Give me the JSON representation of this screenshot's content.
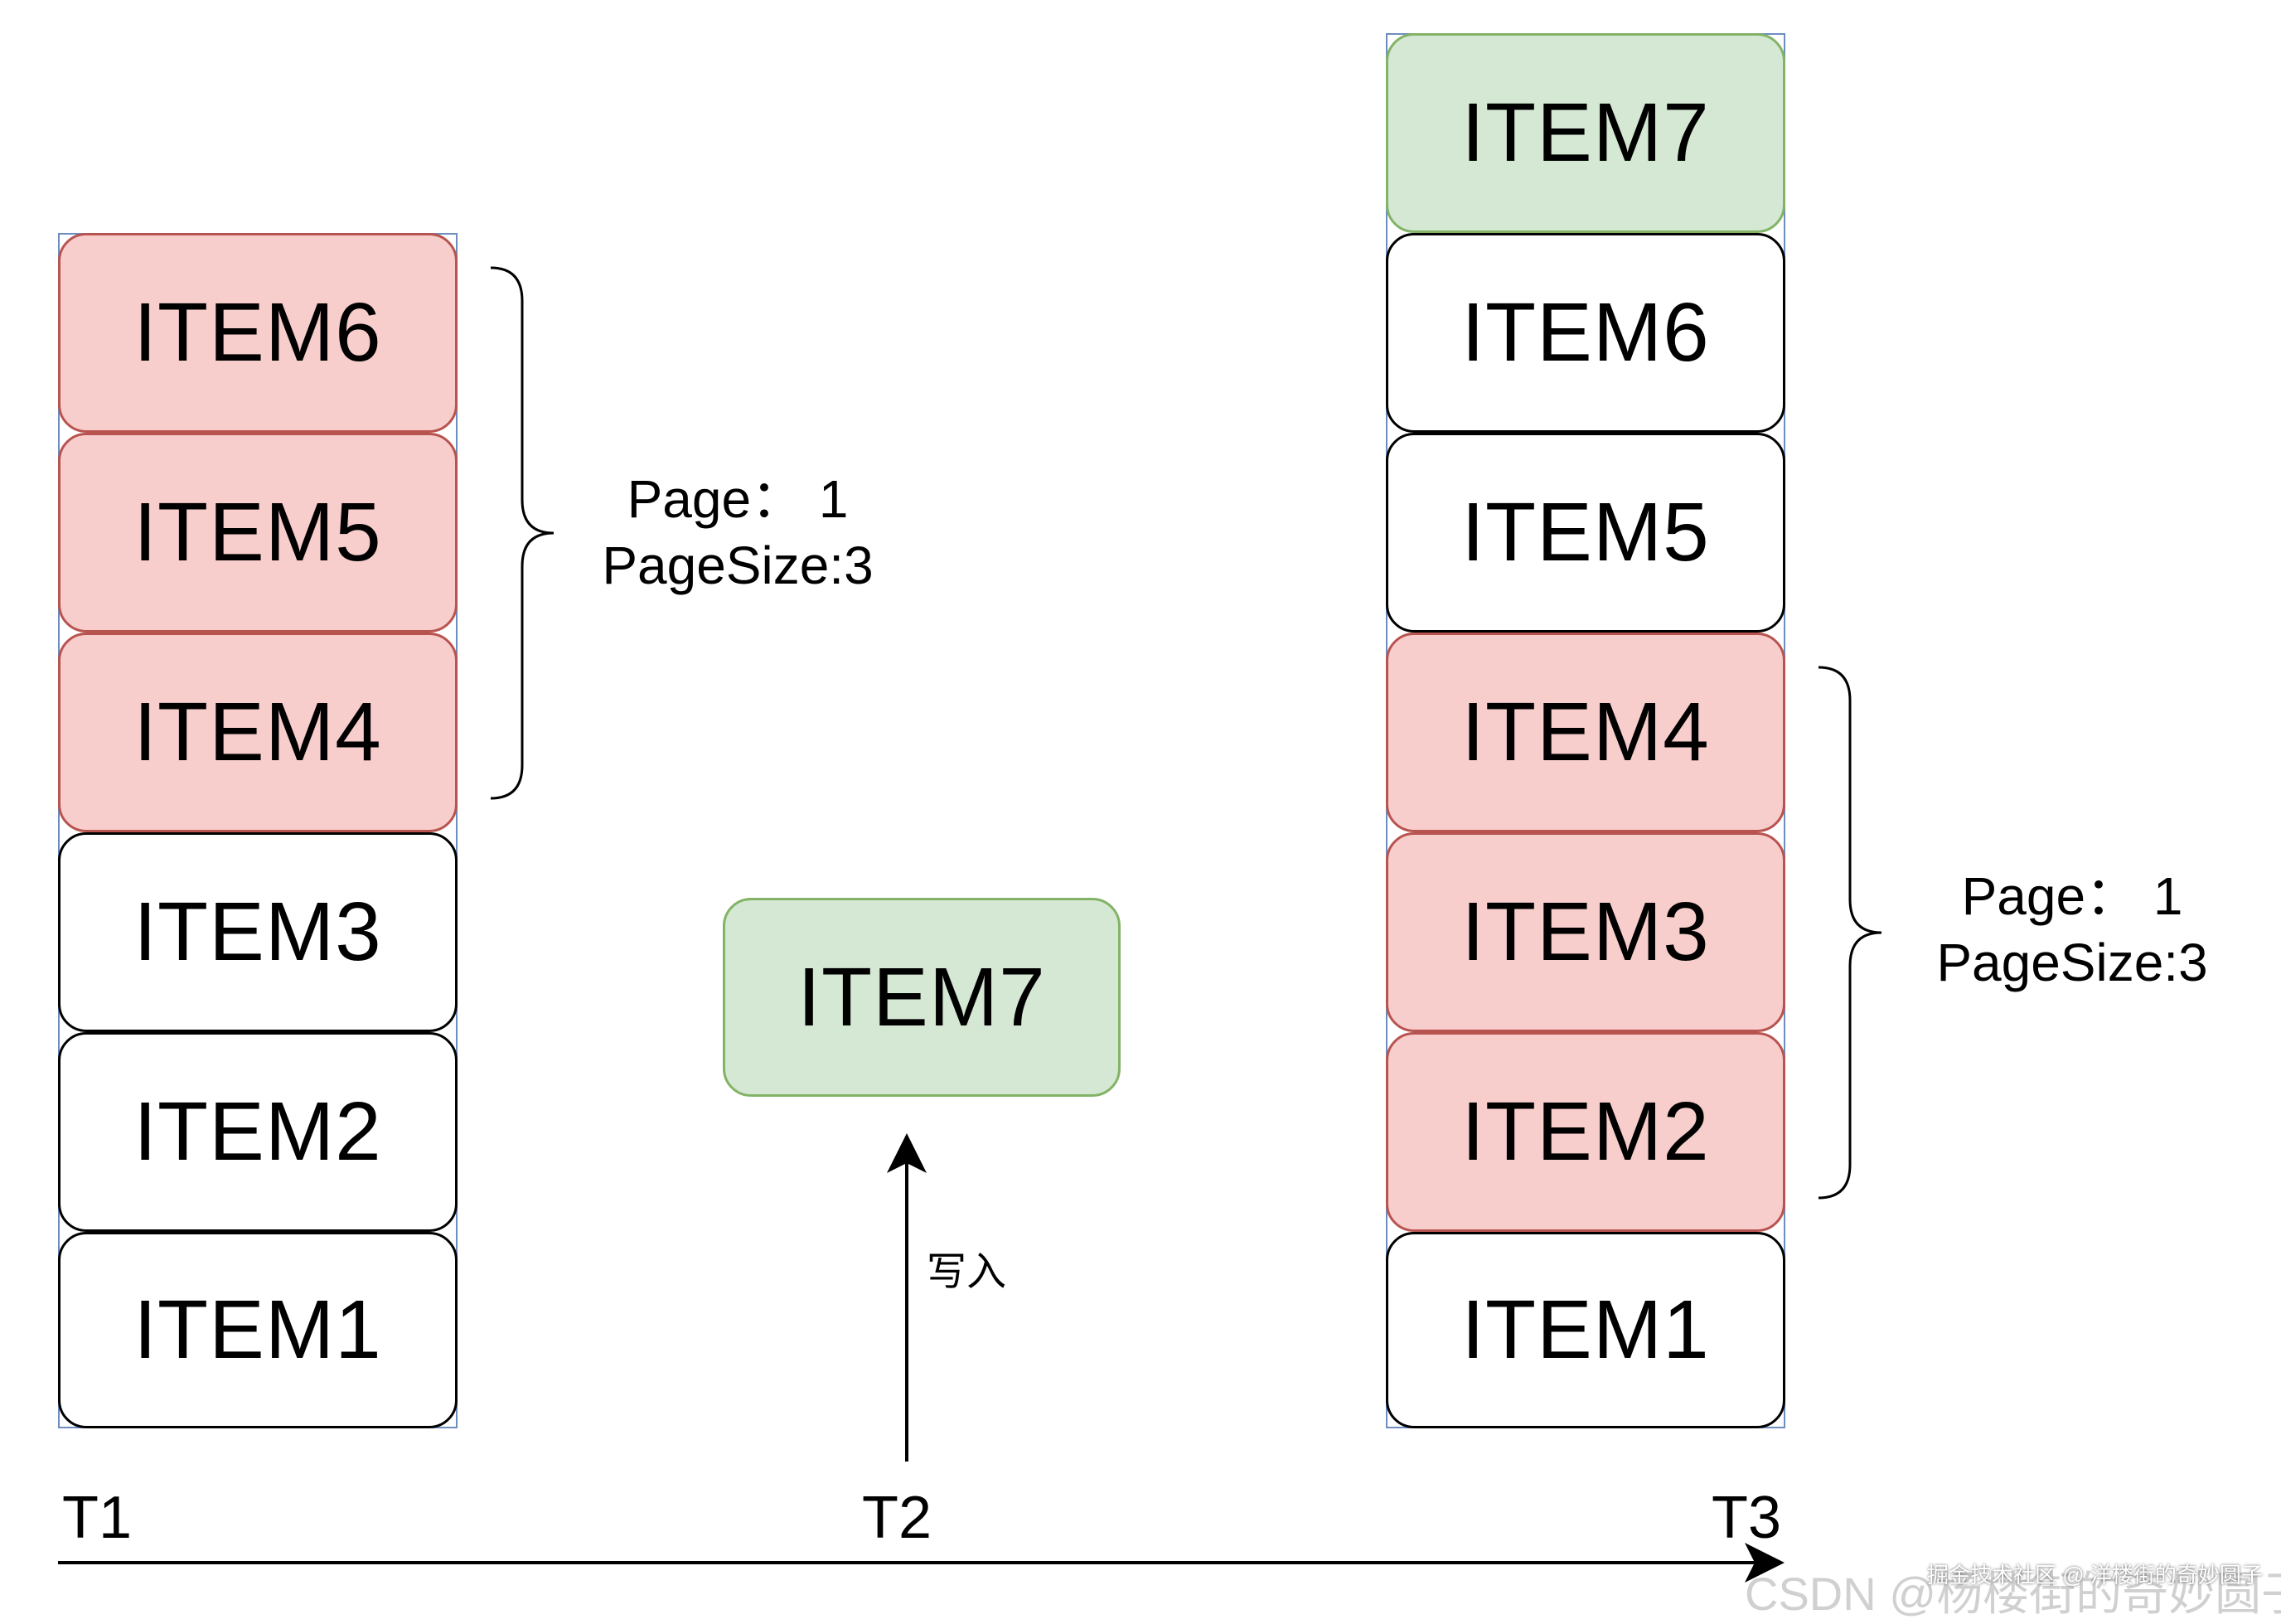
{
  "colors": {
    "highlight_red": "#f8cecc",
    "highlight_red_border": "#b85450",
    "new_green": "#d5e8d4",
    "new_green_border": "#82b366",
    "frame_blue": "#6c8ebf"
  },
  "t1": {
    "time_label": "T1",
    "items": [
      "ITEM6",
      "ITEM5",
      "ITEM4",
      "ITEM3",
      "ITEM2",
      "ITEM1"
    ],
    "page_label": "Page：   1",
    "page_size_label": "PageSize:3"
  },
  "t2": {
    "time_label": "T2",
    "new_item": "ITEM7",
    "arrow_label": "写入"
  },
  "t3": {
    "time_label": "T3",
    "items": [
      "ITEM7",
      "ITEM6",
      "ITEM5",
      "ITEM4",
      "ITEM3",
      "ITEM2",
      "ITEM1"
    ],
    "page_label": "Page：   1",
    "page_size_label": "PageSize:3"
  },
  "watermark": "CSDN @杨楼街的奇妙圆子",
  "watermark_overlay": "掘金技术社区 @ 洋楼街的奇妙圆子"
}
